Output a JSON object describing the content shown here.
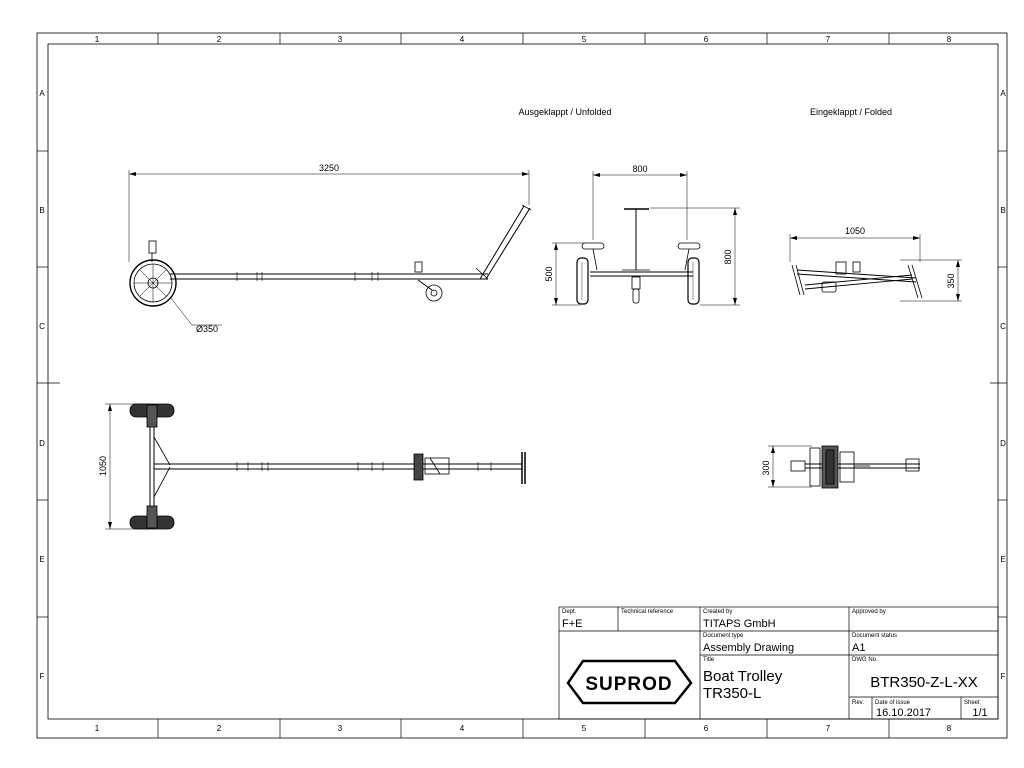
{
  "zones": {
    "columns": [
      "1",
      "2",
      "3",
      "4",
      "5",
      "6",
      "7",
      "8"
    ],
    "rows": [
      "A",
      "B",
      "C",
      "D",
      "E",
      "F"
    ]
  },
  "views": {
    "unfolded_label": "Ausgeklappt / Unfolded",
    "folded_label": "Eingeklappt / Folded"
  },
  "dimensions": {
    "side_length": "3250",
    "wheel_diameter": "Ø350",
    "front_width": "800",
    "front_height_total": "800",
    "front_height_wheel": "500",
    "folded_length": "1050",
    "folded_height": "350",
    "top_width": "1050",
    "folded_top_width": "300"
  },
  "title_block": {
    "dept_label": "Dept.",
    "dept_value": "F+E",
    "tech_ref_label": "Technical reference",
    "tech_ref_value": "",
    "created_by_label": "Created by",
    "created_by_value": "TITAPS GmbH",
    "approved_by_label": "Approved by",
    "approved_by_value": "",
    "doc_type_label": "Document type",
    "doc_type_value": "Assembly Drawing",
    "doc_status_label": "Document status",
    "doc_status_value": "A1",
    "title_label": "Title",
    "title_line1": "Boat Trolley",
    "title_line2": "TR350-L",
    "dwg_no_label": "DWG No.",
    "dwg_no_value": "BTR350-Z-L-XX",
    "rev_label": "Rev.",
    "rev_value": "",
    "date_label": "Date of issue",
    "date_value": "16.10.2017",
    "sheet_label": "Sheet",
    "sheet_value": "1/1",
    "logo_text": "SUPROD"
  }
}
